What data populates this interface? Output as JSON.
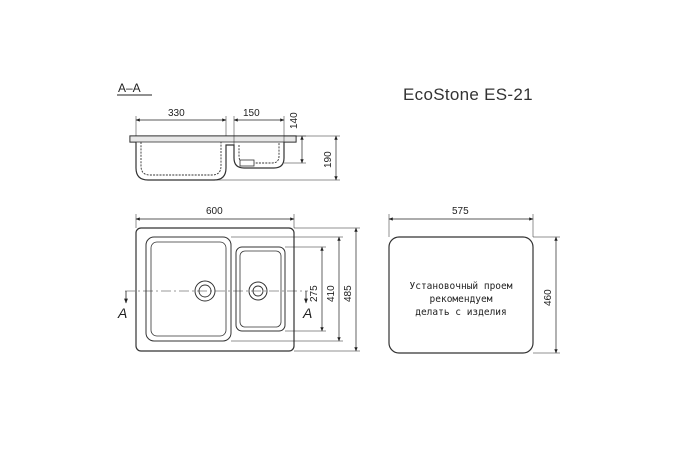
{
  "product": {
    "title": "EcoStone ES-21"
  },
  "section_view": {
    "label": "A–A",
    "dims": {
      "big_bowl_width": "330",
      "small_bowl_width": "150",
      "small_bowl_depth": "140",
      "total_depth": "190"
    }
  },
  "plan_view": {
    "dims": {
      "width": "600",
      "height": "485",
      "bowl_height": "410",
      "small_bowl_height": "275"
    },
    "section_marker": "A"
  },
  "cutout": {
    "dims": {
      "width": "575",
      "height": "460"
    },
    "note_lines": [
      "Установочный проем",
      "рекомендуем",
      "делать с изделия"
    ]
  }
}
